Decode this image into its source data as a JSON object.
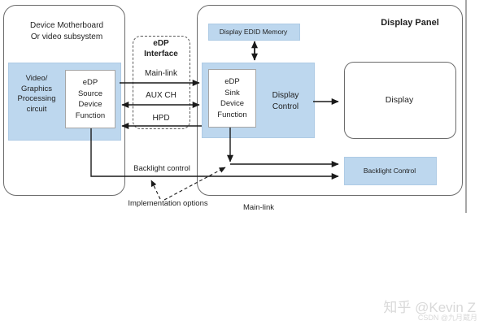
{
  "left_panel": {
    "title": [
      "Device Motherboard",
      "Or video subsystem"
    ],
    "video_block": [
      "Video/",
      "Graphics",
      "Processing",
      "circuit"
    ],
    "source_block": [
      "eDP",
      "Source",
      "Device",
      "Function"
    ]
  },
  "edp_interface": {
    "title": [
      "eDP",
      "Interface"
    ],
    "channels": [
      "Main-link",
      "AUX CH",
      "HPD"
    ]
  },
  "display_panel": {
    "title": "Display Panel",
    "edid_memory": "Display EDID Memory",
    "sink_block": [
      "eDP",
      "Sink",
      "Device",
      "Function"
    ],
    "display_control": [
      "Display",
      "Control"
    ],
    "display": "Display",
    "backlight_control": "Backlight Control"
  },
  "annotations": {
    "backlight_control": "Backlight control",
    "implementation_options": "Implementation options",
    "main_link": "Main-link"
  },
  "watermarks": {
    "zhihu": "知乎 @Kevin Z",
    "csdn": "CSDN @九月蔵月"
  },
  "colors": {
    "block_fill": "#bdd7ee",
    "panel_border": "#6b6b6b",
    "arrow": "#1a1a1a",
    "watermark": "#d9d9d9"
  }
}
